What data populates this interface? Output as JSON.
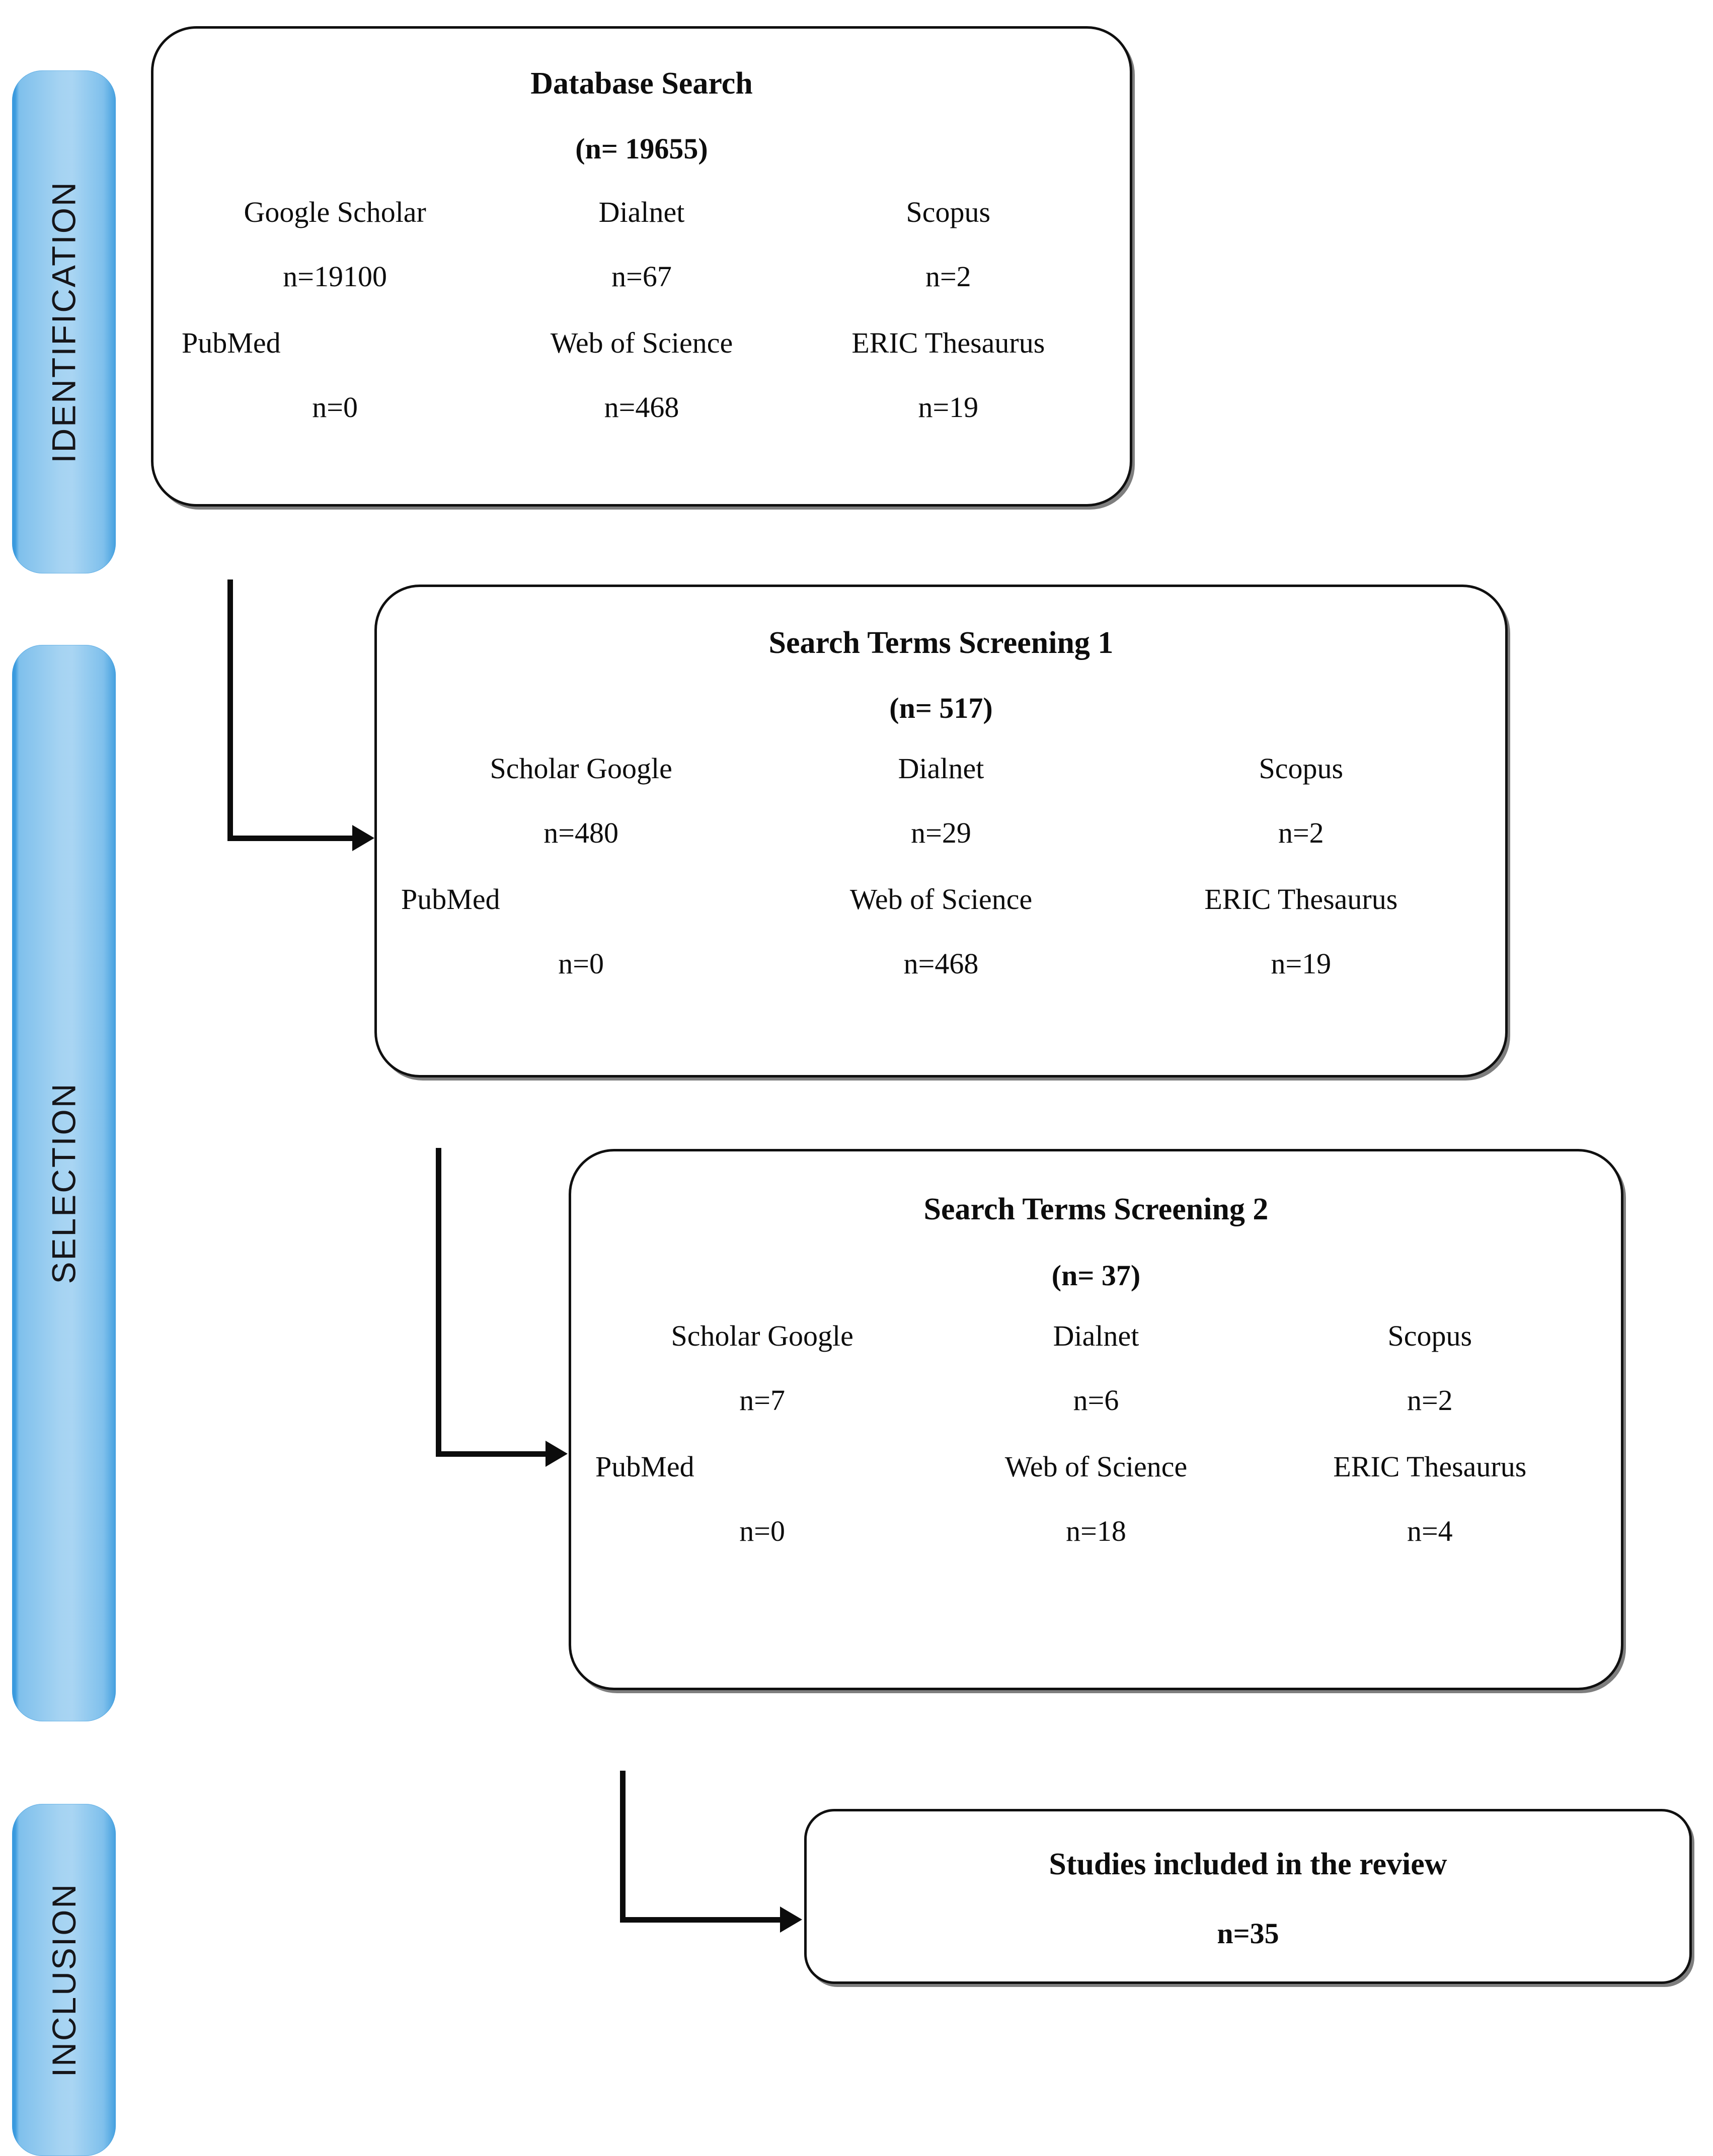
{
  "diagram": {
    "type": "prisma-flow-diagram",
    "accent_color": "#a5d3f2",
    "accent_edge_color": "#3a9ade",
    "line_color": "#0c0c0c",
    "background": "#ffffff"
  },
  "phases": [
    {
      "id": "identification",
      "label": "IDENTIFICATION"
    },
    {
      "id": "selection",
      "label": "SELECTION"
    },
    {
      "id": "inclusion",
      "label": "INCLUSION"
    }
  ],
  "boxes": {
    "identification": {
      "title": "Database Search",
      "count": "(n= 19655)",
      "row1": [
        {
          "name": "Google Scholar",
          "n": "n=19100"
        },
        {
          "name": "Dialnet",
          "n": "n=67"
        },
        {
          "name": "Scopus",
          "n": "n=2"
        }
      ],
      "row2": [
        {
          "name": "PubMed",
          "n": "n=0"
        },
        {
          "name": "Web of Science",
          "n": "n=468"
        },
        {
          "name": "ERIC Thesaurus",
          "n": "n=19"
        }
      ]
    },
    "screening1": {
      "title": "Search Terms Screening 1",
      "count": "(n= 517)",
      "row1": [
        {
          "name": "Scholar Google",
          "n": "n=480"
        },
        {
          "name": "Dialnet",
          "n": "n=29"
        },
        {
          "name": "Scopus",
          "n": "n=2"
        }
      ],
      "row2": [
        {
          "name": "PubMed",
          "n": "n=0"
        },
        {
          "name": "Web of Science",
          "n": "n=468"
        },
        {
          "name": "ERIC Thesaurus",
          "n": "n=19"
        }
      ]
    },
    "screening2": {
      "title": "Search Terms Screening 2",
      "count": "(n= 37)",
      "row1": [
        {
          "name": "Scholar Google",
          "n": "n=7"
        },
        {
          "name": "Dialnet",
          "n": "n=6"
        },
        {
          "name": "Scopus",
          "n": "n=2"
        }
      ],
      "row2": [
        {
          "name": "PubMed",
          "n": "n=0"
        },
        {
          "name": "Web of Science",
          "n": "n=18"
        },
        {
          "name": "ERIC Thesaurus",
          "n": "n=4"
        }
      ]
    },
    "inclusion": {
      "title": "Studies included in the review",
      "count": "n=35"
    }
  }
}
